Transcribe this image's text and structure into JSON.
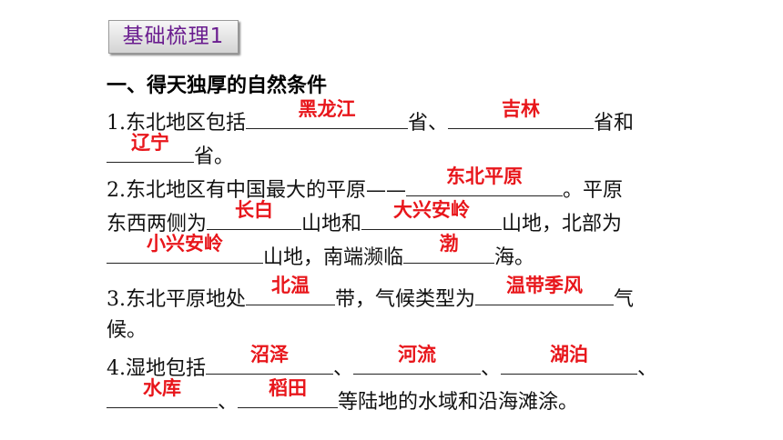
{
  "tag": "基础梳理1",
  "heading": "一、得天独厚的自然条件",
  "items": {
    "p1_a": "1.东北地区包括",
    "p1_b": "省、",
    "p1_c": "省和",
    "p1_d": "省。",
    "p2_a": "2.东北地区有中国最大的平原——",
    "p2_b": "。平原",
    "p2_c": "东西两侧为",
    "p2_d": "山地和",
    "p2_e": "山地，北部为",
    "p2_f": "山地，南端濒临",
    "p2_g": "海。",
    "p3_a": "3.东北平原地处",
    "p3_b": "带，气候类型为",
    "p3_c": "气",
    "p3_d": "候。",
    "p4_a": "4.湿地包括",
    "p4_b": "、",
    "p4_c": "、",
    "p4_d": "、",
    "p4_e": "、",
    "p4_f": "等陆地的水域和沿海滩涂。"
  },
  "answers": {
    "heilongjiang": "黑龙江",
    "jilin": "吉林",
    "liaoning": "辽宁",
    "dongbei_pingyuan": "东北平原",
    "changbai": "长白",
    "daxinganling": "大兴安岭",
    "xiaoxinganling": "小兴安岭",
    "bo": "渤",
    "beiwen": "北温",
    "wendai_jifeng": "温带季风",
    "zhaoze": "沼泽",
    "heliu": "河流",
    "hubo": "湖泊",
    "shuiku": "水库",
    "daotian": "稻田"
  },
  "colors": {
    "answer": "#e8161b",
    "tag_text": "#6a1d8f"
  }
}
